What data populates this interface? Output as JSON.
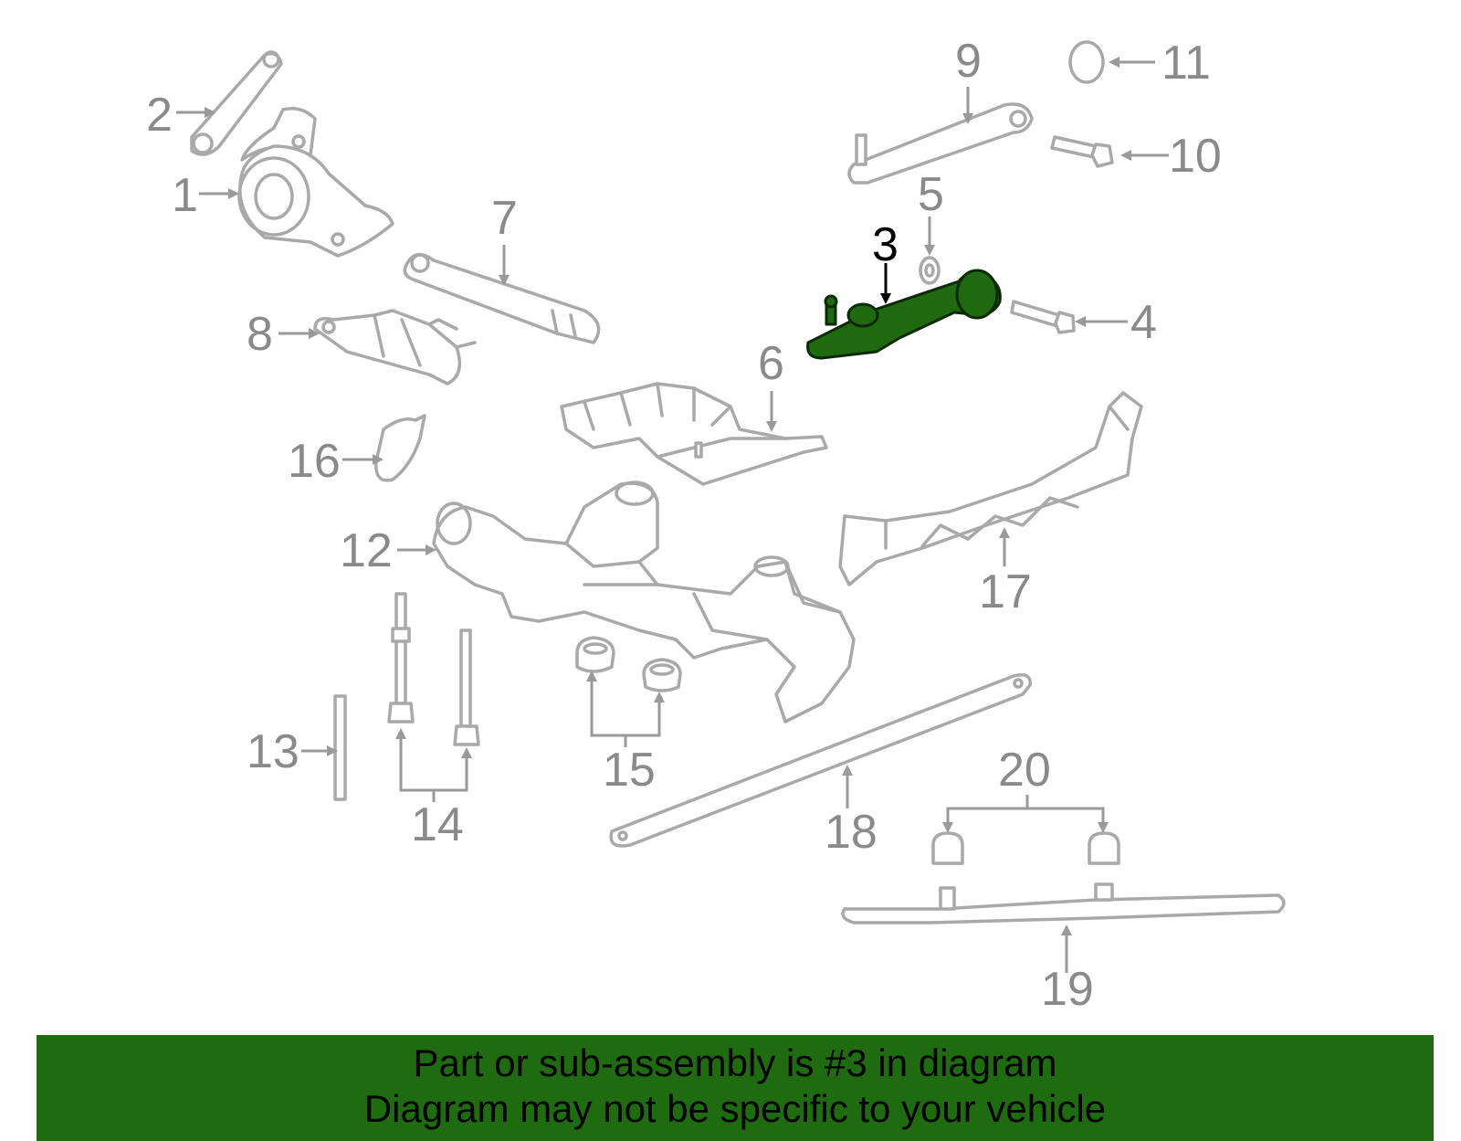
{
  "diagram": {
    "callouts": [
      "1",
      "2",
      "3",
      "4",
      "5",
      "6",
      "7",
      "8",
      "9",
      "10",
      "11",
      "12",
      "13",
      "14",
      "15",
      "16",
      "17",
      "18",
      "19",
      "20"
    ],
    "highlighted_callout": "3",
    "highlight_color": "#1f6a0e",
    "part_line_color": "#a9a9a9",
    "callout_text_color": "#8a8a8a"
  },
  "banner": {
    "line1": "Part or sub-assembly is #3 in diagram",
    "line2": "Diagram may not be specific to your vehicle",
    "background_color": "#1e6b10"
  }
}
